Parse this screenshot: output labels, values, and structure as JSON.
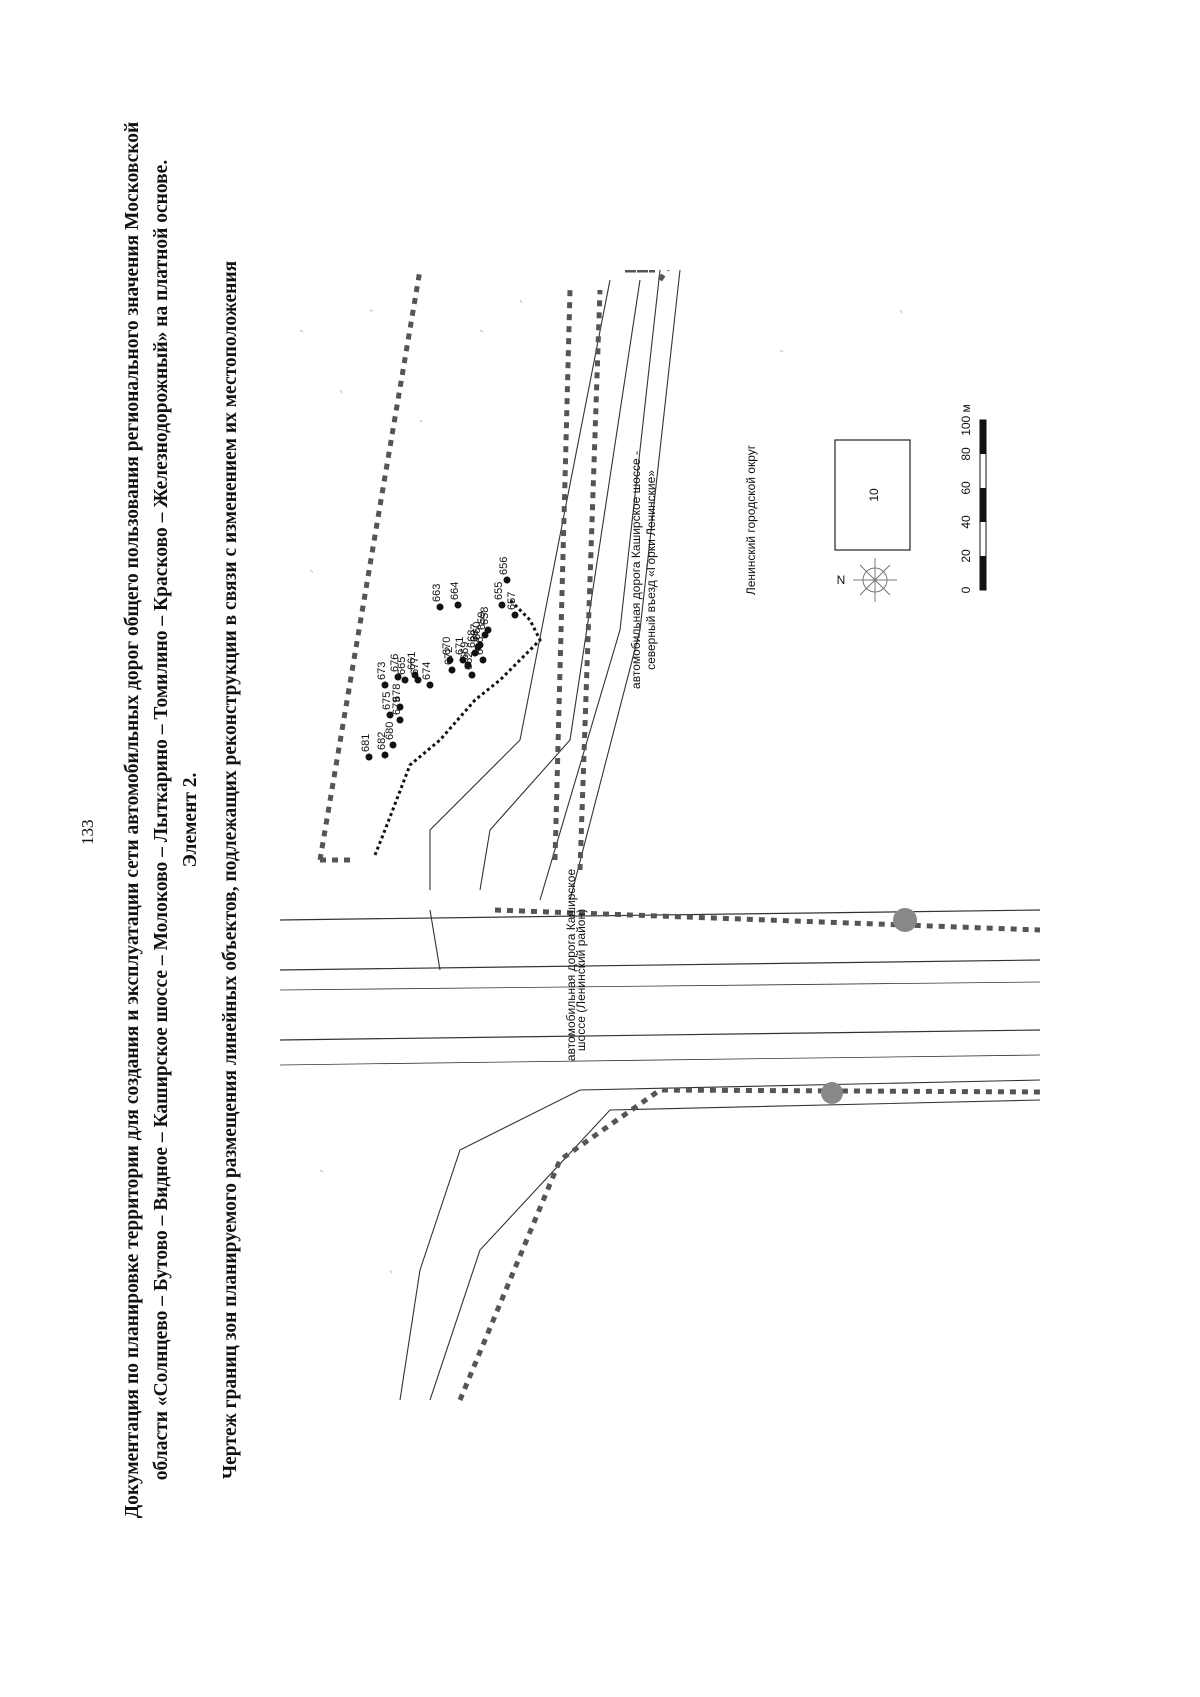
{
  "page_number": "133",
  "title": "Документация по планировке территории для создания и эксплуатации сети автомобильных дорог общего пользования регионального значения Московской области «Солнцево – Бутово – Видное – Каширское шоссе – Молоково – Лыткарино – Томилино – Красково – Железнодорожный» на платной основе. Элемент 2.",
  "subtitle": "Чертеж границ зон планируемого размещения линейных объектов, подлежащих реконструкции в связи с изменением их местоположения",
  "map": {
    "road_label_1": "автомобильная дорога Каширское",
    "road_label_2": "шоссе (Ленинский район)",
    "entry_label_1": "автомобильная дорога Каширское шоссе -",
    "entry_label_2": "северный въезд «Горки Ленинские»",
    "district_label": "Ленинский городской округ",
    "inset_label": "10",
    "north_label": "N",
    "scale_labels": [
      "0",
      "20",
      "40",
      "60",
      "80",
      "100 м"
    ],
    "points": [
      {
        "label": "655"
      },
      {
        "label": "656"
      },
      {
        "label": "657"
      },
      {
        "label": "658"
      },
      {
        "label": "659"
      },
      {
        "label": "660"
      },
      {
        "label": "661"
      },
      {
        "label": "662"
      },
      {
        "label": "663"
      },
      {
        "label": "664"
      },
      {
        "label": "665"
      },
      {
        "label": "666"
      },
      {
        "label": "667"
      },
      {
        "label": "668"
      },
      {
        "label": "669"
      },
      {
        "label": "670"
      },
      {
        "label": "671"
      },
      {
        "label": "672"
      },
      {
        "label": "673"
      },
      {
        "label": "674"
      },
      {
        "label": "675"
      },
      {
        "label": "676"
      },
      {
        "label": "677"
      },
      {
        "label": "678"
      },
      {
        "label": "679"
      },
      {
        "label": "680"
      },
      {
        "label": "681"
      },
      {
        "label": "682"
      }
    ]
  }
}
